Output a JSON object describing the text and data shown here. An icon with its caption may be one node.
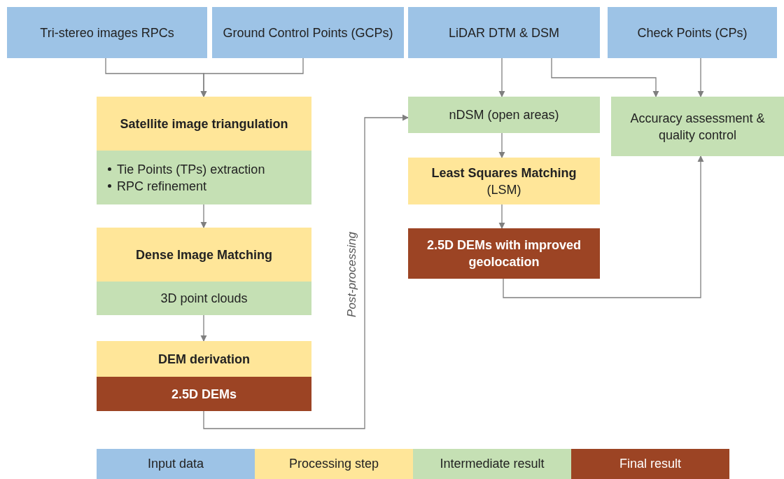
{
  "diagram": {
    "nodes": [
      {
        "text": [
          "Tri-stereo images RPCs"
        ]
      },
      {
        "text": [
          "Ground Control Points (GCPs)"
        ]
      },
      {
        "text": [
          "LiDAR DTM & DSM"
        ]
      },
      {
        "text": [
          "Check Points (CPs)"
        ]
      },
      {
        "text": [
          "Satellite image triangulation"
        ]
      },
      {
        "text": [
          "Tie Points (TPs) extraction",
          "RPC refinement"
        ]
      },
      {
        "text": [
          "Dense Image Matching"
        ]
      },
      {
        "text": [
          "3D point clouds"
        ]
      },
      {
        "text": [
          "DEM derivation"
        ]
      },
      {
        "text": [
          "2.5D DEMs"
        ]
      },
      {
        "text": [
          "nDSM (open areas)"
        ]
      },
      {
        "text": [
          "Least Squares Matching",
          "(LSM)"
        ]
      },
      {
        "text": [
          "2.5D DEMs with improved geolocation"
        ]
      },
      {
        "text": [
          "Accuracy assessment & quality control"
        ]
      }
    ],
    "edges": [
      {
        "from": 0,
        "to": 4,
        "arrow": "to"
      },
      {
        "from": 1,
        "to": 4,
        "arrow": "to"
      },
      {
        "from": 5,
        "to": 6,
        "arrow": "to"
      },
      {
        "from": 7,
        "to": 8,
        "arrow": "to"
      },
      {
        "from": 9,
        "to": 10,
        "arrow": "to",
        "label": "Post-processing"
      },
      {
        "from": 2,
        "to": 10,
        "arrow": "to"
      },
      {
        "from": 2,
        "to": 13,
        "arrow": "to"
      },
      {
        "from": 3,
        "to": 13,
        "arrow": "to"
      },
      {
        "from": 10,
        "to": 11,
        "arrow": "to"
      },
      {
        "from": 11,
        "to": 12,
        "arrow": "to"
      },
      {
        "from": 12,
        "to": 13,
        "arrow": "to"
      }
    ],
    "legend": [
      {
        "text": "Input data",
        "color": "#9dc3e6"
      },
      {
        "text": "Processing step",
        "color": "#ffe699"
      },
      {
        "text": "Intermediate result",
        "color": "#c5e0b4"
      },
      {
        "text": "Final result",
        "color": "#9c4424"
      }
    ]
  }
}
